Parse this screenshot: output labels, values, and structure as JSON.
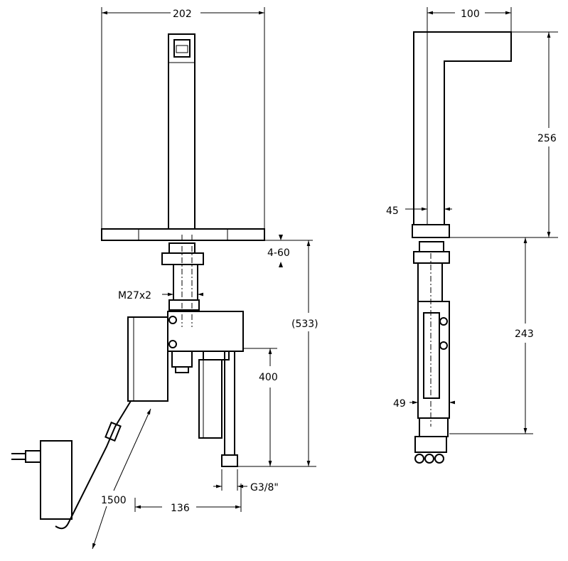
{
  "labels": {
    "width_202": "202",
    "width_100": "100",
    "height_256": "256",
    "width_45": "45",
    "range_4_60": "4-60",
    "thread_m27": "M27x2",
    "height_533": "(533)",
    "height_400": "400",
    "height_243": "243",
    "width_49": "49",
    "cable_1500": "1500",
    "width_136": "136",
    "thread_g38": "G3/8\""
  }
}
